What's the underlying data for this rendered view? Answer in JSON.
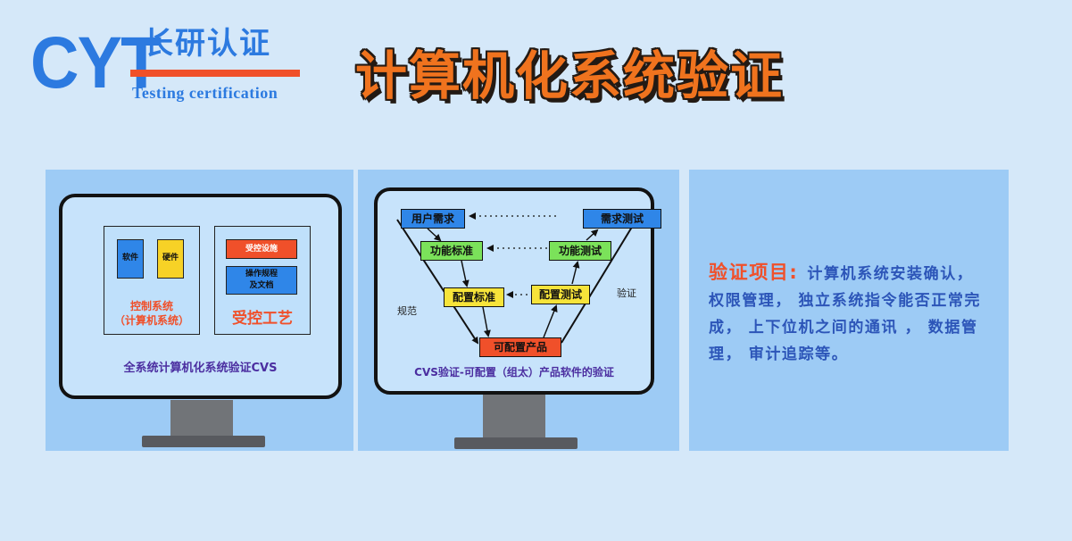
{
  "header": {
    "logo_mark": "CYT",
    "logo_cn": "长研认证",
    "logo_en": "Testing certification",
    "title": "计算机化系统验证"
  },
  "panel1": {
    "software": "软件",
    "hardware": "硬件",
    "control_system_line1": "控制系统",
    "control_system_line2": "（计算机系统）",
    "controlled_facility": "受控设施",
    "sop_line1": "操作规程",
    "sop_line2": "及文档",
    "controlled_process": "受控工艺",
    "caption": "全系统计算机化系统验证CVS"
  },
  "panel2": {
    "user_requirements": "用户需求",
    "functional_spec": "功能标准",
    "configuration_spec": "配置标准",
    "configurable_product": "可配置产品",
    "configuration_test": "配置测试",
    "functional_test": "功能测试",
    "requirements_test": "需求测试",
    "label_spec": "规范",
    "label_verify": "验证",
    "caption": "CVS验证-可配置（组太）产品软件的验证"
  },
  "panel3": {
    "label": "验证项目:",
    "body": "计算机系统安装确认， 权限管理， 独立系统指令能否正常完成， 上下位机之间的通讯 ， 数据管理， 审计追踪等。"
  },
  "colors": {
    "background": "#d5e8f9",
    "panel": "#9dcbf5",
    "brand_blue": "#2c7ae0",
    "accent_orange": "#f0502a",
    "title_orange": "#f0731e",
    "caption_purple": "#4b2ea0",
    "text_blue": "#2c55b8"
  }
}
